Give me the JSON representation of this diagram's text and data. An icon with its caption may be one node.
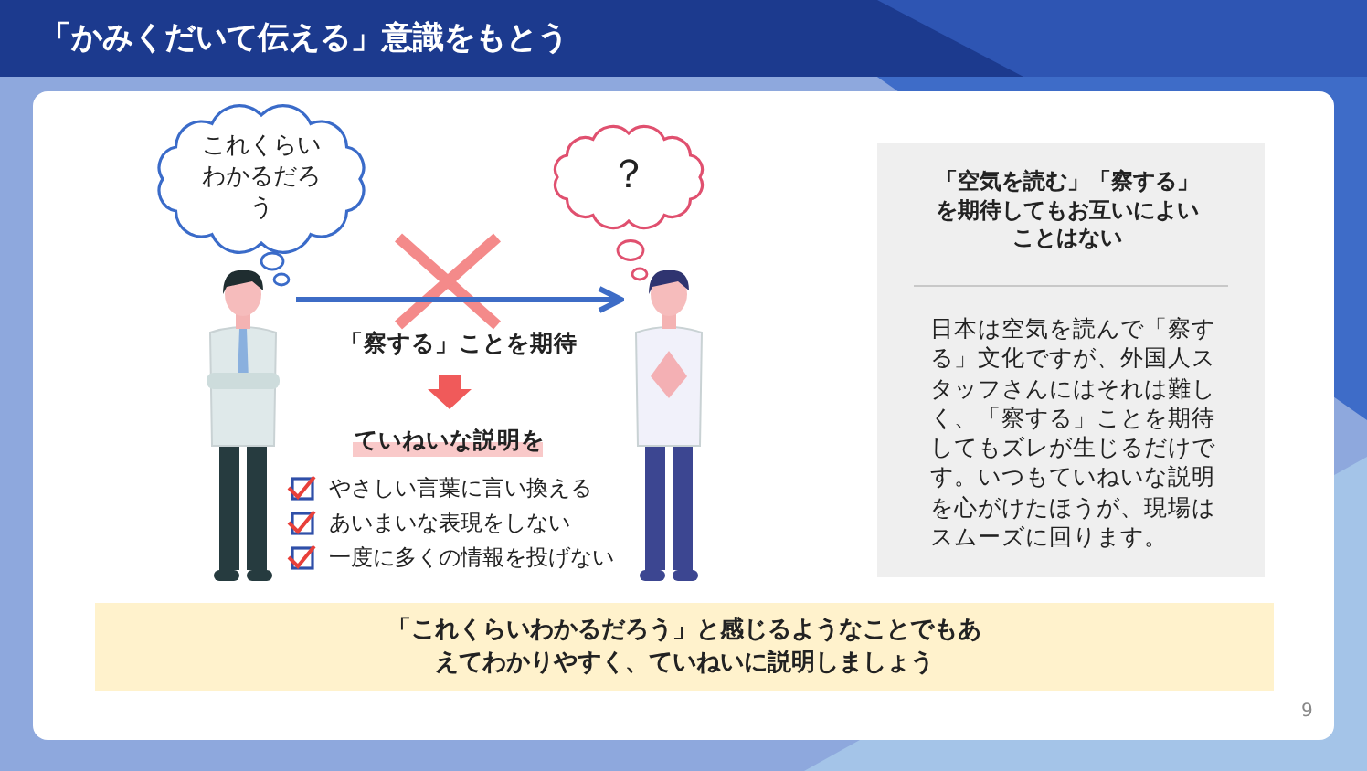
{
  "diagram": {
    "title": "「かみくだいて伝える」意識をもとう",
    "nodes": [
      {
        "text": [
          "これくらいわかるだろう"
        ]
      },
      {
        "text": [
          "？"
        ]
      },
      {
        "text": [],
        "shape": "picture"
      },
      {
        "text": [],
        "shape": "picture"
      },
      {
        "text": [
          "「空気を読む」「察する」を期待してもお互いによいことはない",
          "日本は空気を読んで「察する」文化ですが、外国人スタッフさんにはそれは難しく、「察する」ことを期待してもズレが生じるだけです。いつもていねいな説明を心がけたほうが、現場はスムーズに回ります。"
        ]
      },
      {
        "text": [
          "「これくらいわかるだろう」と感じるようなことでもあえてわかりやすく、ていねいに説明しましょう"
        ]
      }
    ],
    "edges": [
      {
        "from": 2,
        "to": 3,
        "arrow": "to",
        "label": "「察する」ことを期待"
      }
    ],
    "labels": [
      "ていねいな説明を",
      "やさしい言葉に言い換える",
      "あいまいな表現をしない",
      "一度に多くの情報を投げない",
      "9"
    ]
  }
}
